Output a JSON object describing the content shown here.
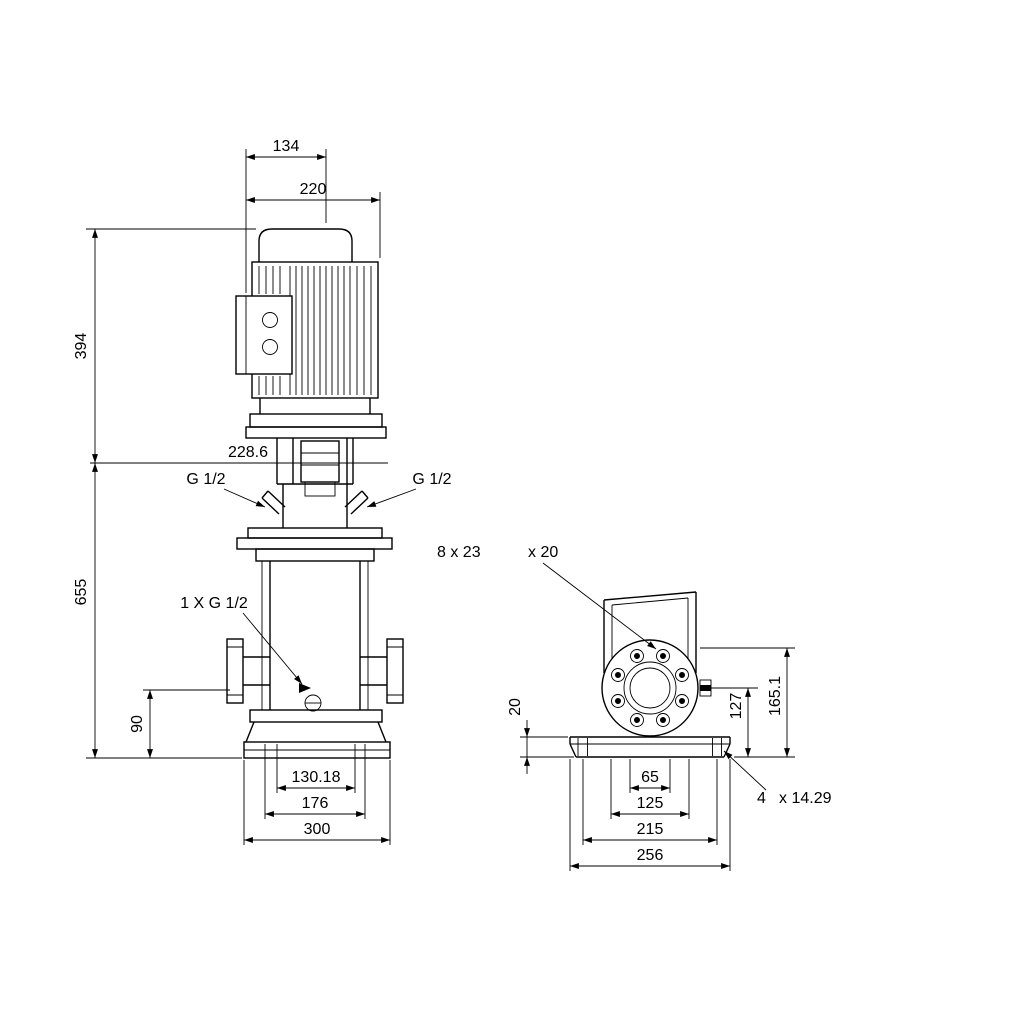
{
  "colors": {
    "line": "#000000",
    "background": "#ffffff"
  },
  "front_view": {
    "dim_motor_top_width": "134",
    "dim_motor_width": "220",
    "dim_motor_height": "394",
    "dim_head_offset": "228.6",
    "label_port_left": "G 1/2",
    "label_port_right": "G 1/2",
    "dim_pump_height": "655",
    "label_drain_plug": "1 X G 1/2",
    "dim_plug_height": "90",
    "dim_base_holes_x": "130.18",
    "dim_base_inner_width": "176",
    "dim_base_width": "300"
  },
  "side_view": {
    "label_flange_holes": "8 x 23",
    "label_flange_holes_depth": "x 20",
    "dim_base_plate_height": "20",
    "dim_port_center_height": "127",
    "dim_flange_top_height": "165.1",
    "dim_base_slot_inner": "65",
    "dim_base_slot_outer": "125",
    "dim_base_holes_y": "215",
    "dim_base_depth": "256",
    "label_base_holes_count": "4",
    "label_base_holes_dia": "x 14.29"
  }
}
